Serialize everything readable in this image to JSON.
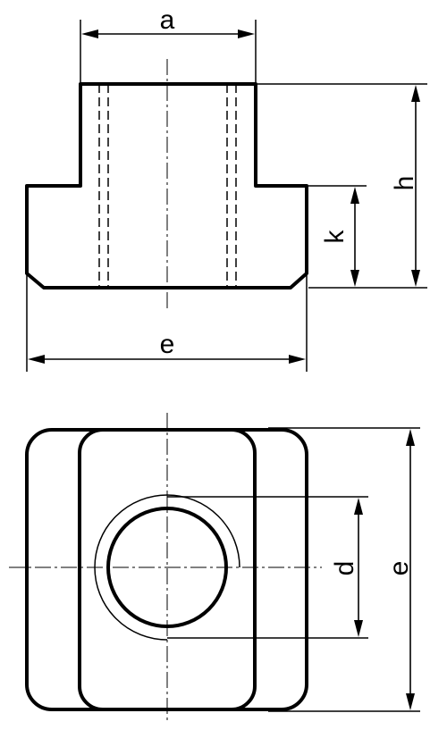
{
  "labels": {
    "a": "a",
    "h": "h",
    "k": "k",
    "e_front": "e",
    "d": "d",
    "e_top": "e"
  },
  "colors": {
    "line": "#000000",
    "background": "#ffffff"
  }
}
